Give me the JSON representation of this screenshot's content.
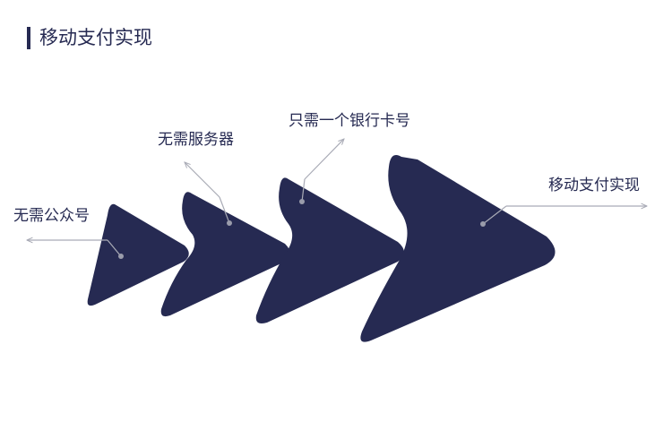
{
  "header": {
    "title": "移动支付实现"
  },
  "diagram": {
    "steps": [
      {
        "label": "无需公众号"
      },
      {
        "label": "无需服务器"
      },
      {
        "label": "只需一个银行卡号"
      },
      {
        "label": "移动支付实现"
      }
    ]
  },
  "colors": {
    "shape_fill": "#262a52",
    "leader_line": "#a9abb6",
    "dot": "#9a9cab",
    "text": "#262a52"
  }
}
